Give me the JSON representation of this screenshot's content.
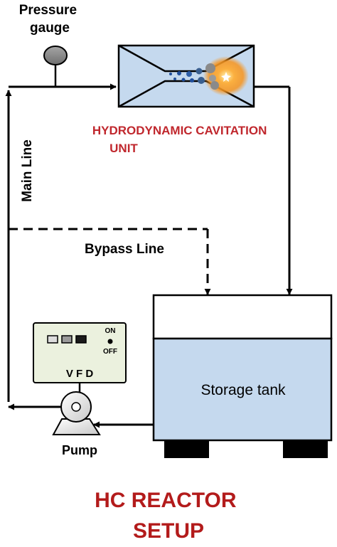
{
  "labels": {
    "pressure_gauge": [
      "Pressure",
      "gauge"
    ],
    "hc_unit": [
      "HYDRODYNAMIC CAVITATION",
      "UNIT"
    ],
    "main_line": "Main Line",
    "bypass_line": "Bypass Line",
    "storage_tank": "Storage tank",
    "vfd": "V F D",
    "vfd_on": "ON",
    "vfd_off": "OFF",
    "pump": "Pump",
    "title": [
      "HC REACTOR",
      "SETUP"
    ]
  },
  "colors": {
    "line": "#000000",
    "hc_text": "#c0272d",
    "title_text": "#b31b1b",
    "hc_body": "#c5d9ee",
    "tank_water": "#c5d9ee",
    "tank_top": "#ffffff",
    "tank_feet": "#000000",
    "vfd_panel": "#ebf1de",
    "gauge": "#8c8c8c",
    "glow": "#f7941d",
    "bubble": "#1f4e9c"
  },
  "icons": {
    "gauge": "pressure-gauge-icon",
    "pump": "centrifugal-pump-icon",
    "cavitation": "cavitation-bubbles-icon",
    "spark": "star-spark-icon"
  }
}
